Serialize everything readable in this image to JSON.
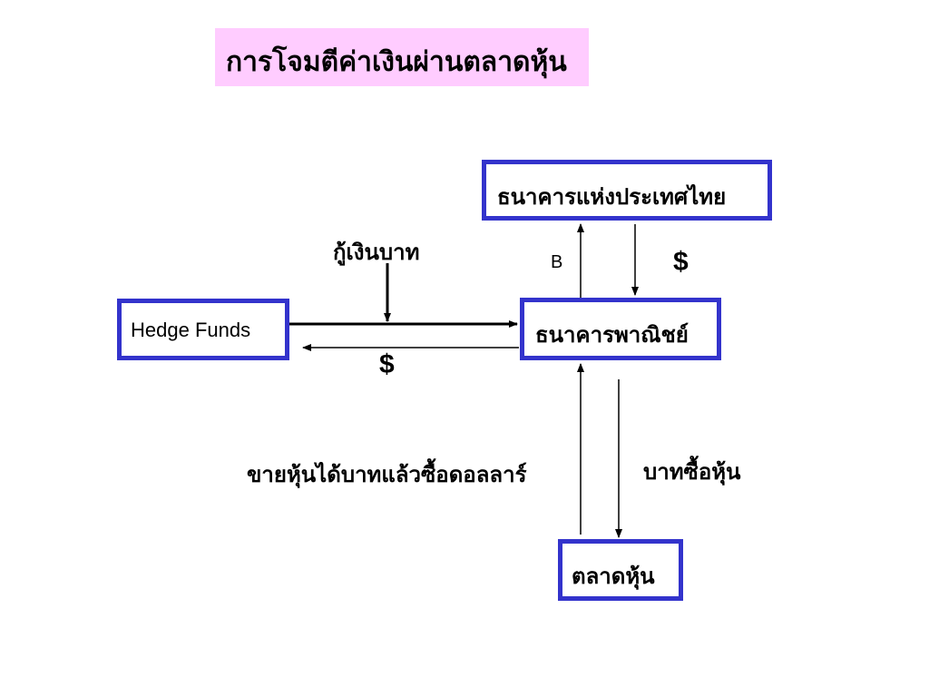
{
  "title": "การโจมตีค่าเงินผ่านตลาดหุ้น",
  "nodes": {
    "central_bank": "ธนาคารแห่งประเทศไทย",
    "hedge_funds": "Hedge Funds",
    "commercial_bank": "ธนาคารพาณิชย์",
    "stock_market": "ตลาดหุ้น"
  },
  "labels": {
    "borrow_baht": "กู้เงินบาท",
    "baht_symbol": "B",
    "dollar_central": "$",
    "dollar_hedge": "$",
    "sell_stocks": "ขายหุ้นได้บาทแล้วซื้อดอลลาร์",
    "baht_buy_stocks": "บาทซื้อหุ้น"
  },
  "colors": {
    "title_background": "#ffccff",
    "node_border": "#3333cc",
    "arrow": "#000000"
  }
}
